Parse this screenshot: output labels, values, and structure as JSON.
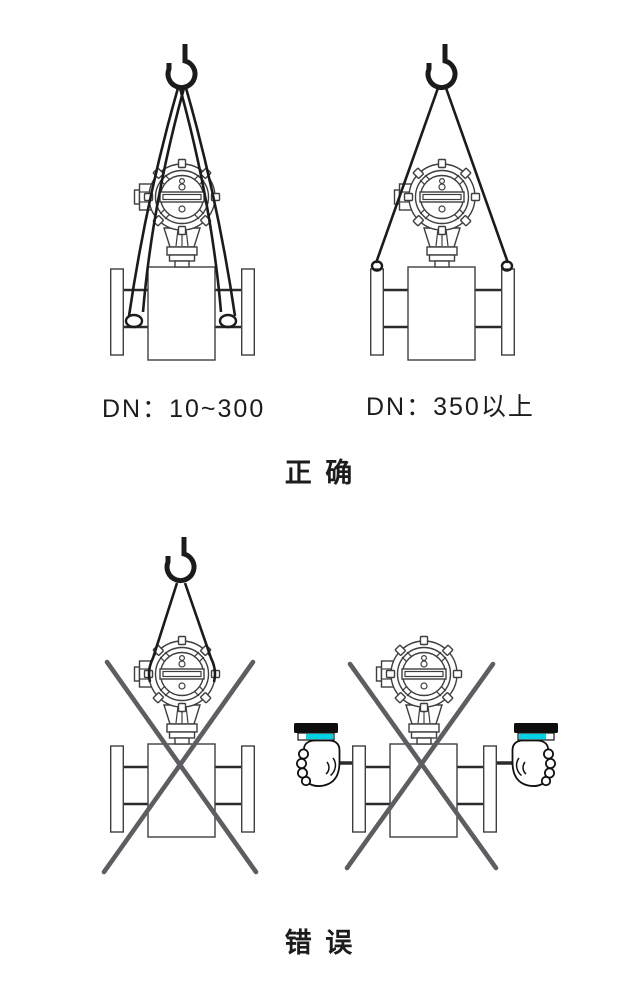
{
  "colors": {
    "background": "#ffffff",
    "outline": "#3e3e40",
    "pipe": "#2b2b2d",
    "rigging": "#1b1b1d",
    "cross": "#5d5d62",
    "cuff": "#0d0d0d",
    "cuff_stripe": "#00d2e6",
    "text": "#1c1c1c"
  },
  "sections": {
    "correct": {
      "title": "正 确",
      "figures": [
        {
          "caption": "DN：10~300"
        },
        {
          "caption": "DN：350以上"
        }
      ]
    },
    "wrong": {
      "title": "错 误"
    }
  },
  "icons": {
    "hook": "crane-hook-icon",
    "sling": "sling-rope",
    "meter": "flowmeter-drawing",
    "cross": "cross-mark-icon",
    "hand": "hand-icon"
  }
}
